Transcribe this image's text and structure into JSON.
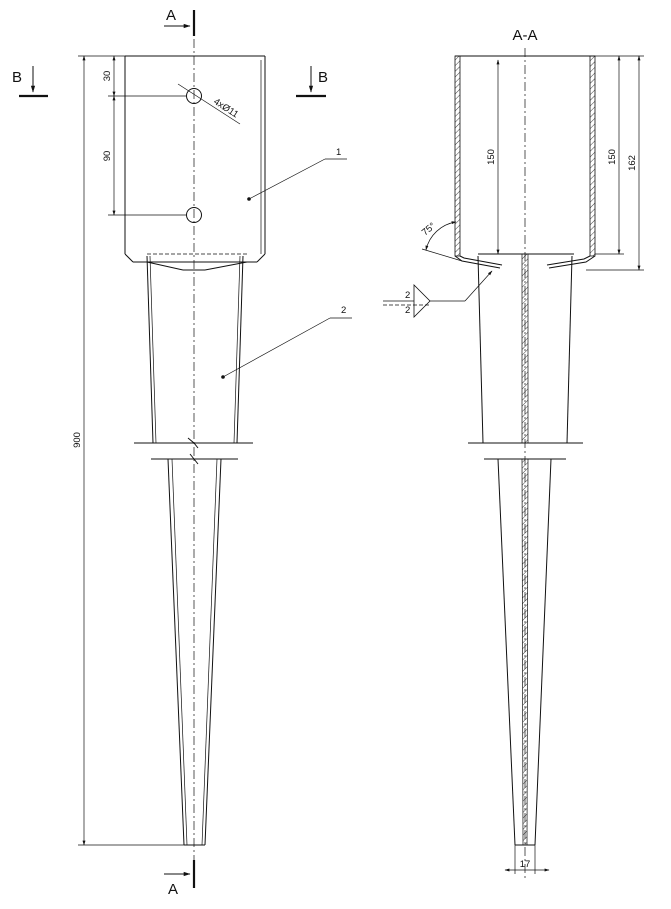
{
  "labels": {
    "section_top": "A",
    "section_bottom": "A",
    "view_b_left": "B",
    "view_b_right": "B",
    "section_title": "A-A",
    "part_1": "1",
    "part_2": "2",
    "hole_callout": "4xØ11"
  },
  "dimensions": {
    "hole_offset_top": "30",
    "hole_spacing": "90",
    "total_length": "900",
    "socket_inner_left": "150",
    "socket_inner_right": "150",
    "socket_overall": "162",
    "tip_width": "17",
    "bend_angle": "75°"
  },
  "weld": {
    "size_top": "2",
    "size_bottom": "2"
  }
}
